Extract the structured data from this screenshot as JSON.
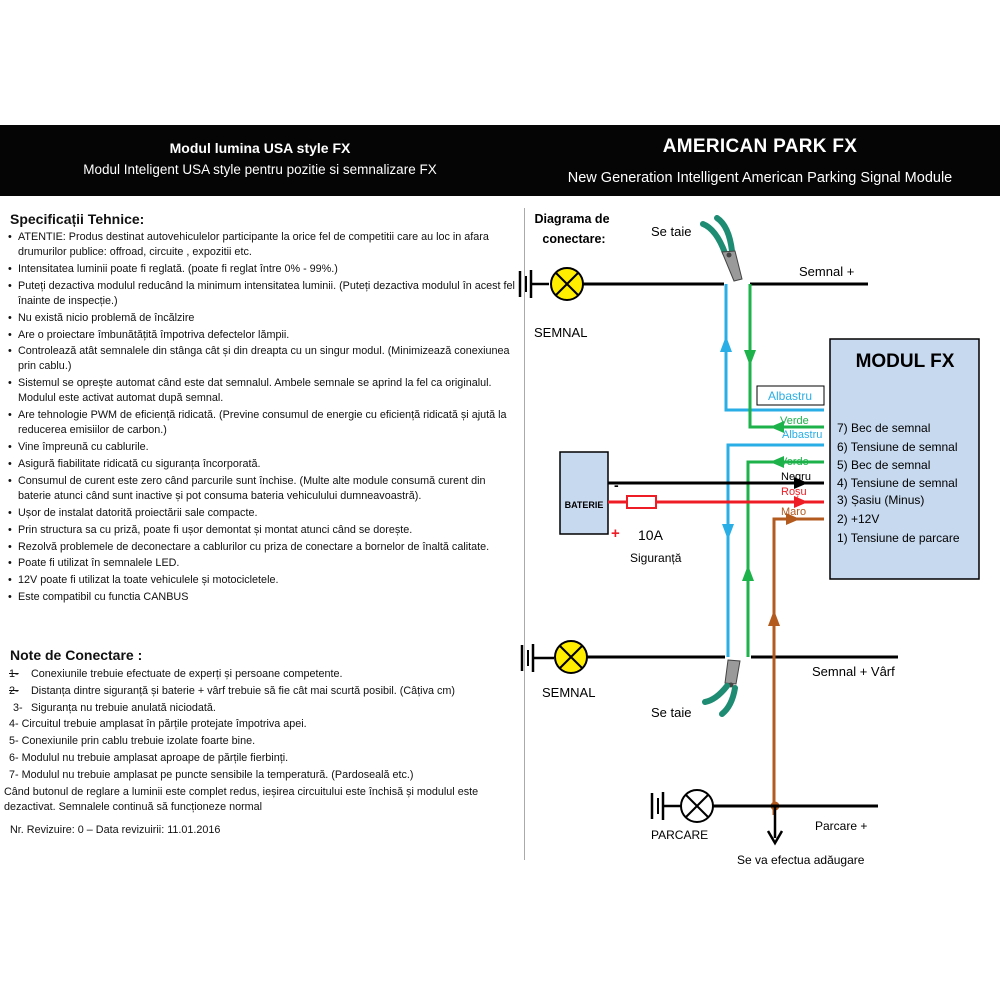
{
  "header": {
    "left_title": "Modul lumina USA style FX",
    "left_subtitle": "Modul Inteligent USA style pentru pozitie si semnalizare FX",
    "right_title": "AMERICAN PARK FX",
    "right_subtitle": "New Generation Intelligent American Parking Signal Module"
  },
  "specs": {
    "title": "Specificații Tehnice:",
    "items": [
      "ATENTIE:  Produs destinat autovehiculelor participante la orice fel de competitii care au loc in afara drumurilor publice: offroad, circuite , expozitii etc.",
      "Intensitatea luminii poate fi reglată. (poate fi reglat între 0% - 99%.)",
      "Puteți dezactiva modulul reducând la minimum intensitatea luminii. (Puteți dezactiva modulul în acest fel înainte de inspecție.)",
      "Nu există nicio problemă de încălzire",
      "Are o proiectare îmbunătățită împotriva defectelor lămpii.",
      "Controlează atât semnalele din stânga cât și din dreapta cu un singur modul. (Minimizează conexiunea prin cablu.)",
      "Sistemul se oprește automat când este dat semnalul. Ambele semnale se aprind la fel ca originalul. Modulul este activat automat după semnal.",
      "Are tehnologie PWM de eficiență ridicată. (Previne consumul de energie cu eficiență ridicată și ajută la reducerea emisiilor de carbon.)",
      "Vine împreună cu cablurile.",
      "Asigură fiabilitate ridicată cu siguranța încorporată.",
      "Consumul de curent este zero când parcurile sunt închise. (Multe alte module consumă curent din baterie atunci când sunt inactive și pot consuma bateria vehiculului dumneavoastră).",
      "Ușor de instalat datorită proiectării sale compacte.",
      "Prin structura sa cu priză, poate fi ușor demontat și montat atunci când se dorește.",
      "Rezolvă problemele de deconectare a cablurilor cu priza de conectare a bornelor de înaltă calitate.",
      "Poate fi utilizat în semnalele LED.",
      "12V poate fi utilizat la toate vehiculele și motocicletele.",
      "Este compatibil cu functia CANBUS"
    ]
  },
  "notes": {
    "title": "Note de Conectare :",
    "items": [
      {
        "num": "1-",
        "text": "Conexiunile trebuie efectuate de experți și persoane competente."
      },
      {
        "num": "2-",
        "text": "Distanța dintre siguranță și baterie + vârf trebuie să fie cât mai scurtă posibil. (Câțiva cm)"
      },
      {
        "num": "3-",
        "text": "Siguranța nu trebuie anulată niciodată."
      },
      {
        "num": "4-",
        "text": "Circuitul trebuie amplasat în părțile protejate împotriva apei."
      },
      {
        "num": "5-",
        "text": "Conexiunile prin cablu trebuie izolate foarte bine."
      },
      {
        "num": "6-",
        "text": "Modulul nu trebuie amplasat aproape de părțile fierbinți."
      },
      {
        "num": "7-",
        "text": "Modulul nu trebuie amplasat pe puncte sensibile la temperatură. (Pardoseală etc.)"
      }
    ],
    "extra": "Când butonul de reglare a luminii este complet redus, ieșirea circuitului este închisă și modulul este dezactivat. Semnalele continuă să funcționeze normal"
  },
  "revision": "Nr. Revizuire: 0 – Data revizuirii: 11.01.2016",
  "diagram": {
    "title_line1": "Diagrama de",
    "title_line2": "conectare:",
    "cut_top": "Se taie",
    "cut_bottom": "Se taie",
    "signal_plus": "Semnal +",
    "signal_plus_tip": "Semnal + Vârf",
    "lamp_top": "SEMNAL",
    "lamp_bottom": "SEMNAL",
    "parking_lamp": "PARCARE",
    "parking_plus": "Parcare +",
    "addition_note": "Se va efectua adăugare",
    "battery": "BATERIE",
    "battery_minus": "-",
    "battery_plus": "+",
    "fuse_rating": "10A",
    "fuse_label": "Siguranță",
    "module_title": "MODUL FX",
    "module_pins": [
      "7) Bec de semnal",
      "6) Tensiune de semnal",
      "5) Bec de semnal",
      "4) Tensiune de semnal",
      "3) Șasiu (Minus)",
      "2) +12V",
      "1) Tensiune de parcare"
    ],
    "wires": {
      "albastru_box": "Albastru",
      "verde_1": "Verde",
      "albastru_2": "Albastru",
      "verde_2": "Verde",
      "negru": "Negru",
      "rosu": "Roșu",
      "maro": "Maro"
    },
    "colors": {
      "blue": "#29aee6",
      "green": "#1eb24b",
      "black": "#000000",
      "red": "#ee1c24",
      "brown": "#b35a1f",
      "module_fill": "#c7d9ef",
      "lamp_yellow": "#ffee00"
    }
  }
}
